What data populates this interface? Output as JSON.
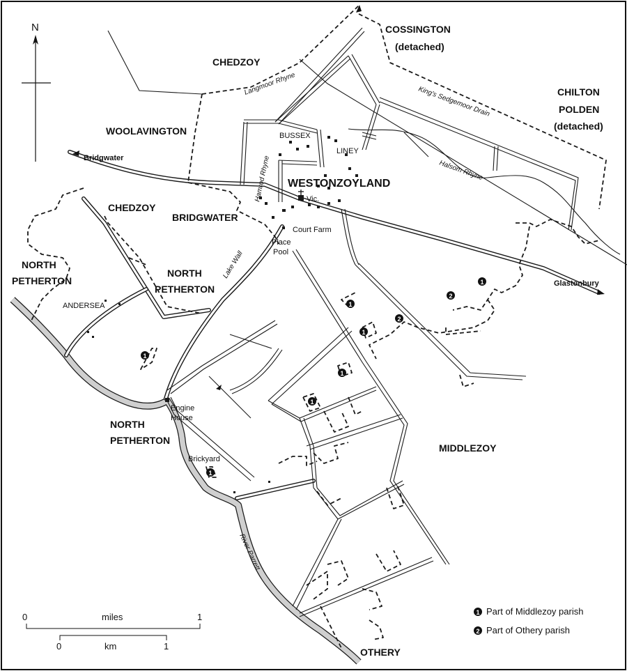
{
  "north": "N",
  "parishes": {
    "chedzoy_top": "CHEDZOY",
    "cossington": "COSSINGTON",
    "cossington_detached": "(detached)",
    "chilton_1": "CHILTON",
    "chilton_2": "POLDEN",
    "chilton_detached": "(detached)",
    "woolavington": "WOOLAVINGTON",
    "chedzoy_left": "CHEDZOY",
    "bridgwater": "BRIDGWATER",
    "north_pet_left_1": "NORTH",
    "north_pet_left_2": "PETHERTON",
    "north_pet_mid_1": "NORTH",
    "north_pet_mid_2": "PETHERTON",
    "north_pet_low_1": "NORTH",
    "north_pet_low_2": "PETHERTON",
    "middlezoy": "MIDDLEZOY",
    "othery": "OTHERY",
    "westonzoyland": "WESTONZOYLAND"
  },
  "places": {
    "bussex": "BUSSEX",
    "liney": "LINEY",
    "vic": "Vic.",
    "court_farm": "Court Farm",
    "place_pool_1": "Place",
    "place_pool_2": "Pool",
    "andersea": "ANDERSEA",
    "engine_house_1": "Engine",
    "engine_house_2": "House",
    "brickyard": "Brickyard"
  },
  "roads": {
    "bridgwater": "Bridgwater",
    "glastonbury": "Glastonbury"
  },
  "waterways": {
    "langmoor": "Langmoor Rhyne",
    "kings_drain": "King's Sedgemoor Drain",
    "halsom": "Halsom Rhyne",
    "hamrod": "Hamrod Rhyne",
    "lake_wall": "Lake Wall",
    "river_parrett": "River Parrett"
  },
  "markers": {
    "one": "1",
    "two": "2"
  },
  "legend": {
    "item1": "Part of Middlezoy parish",
    "item2": "Part of Othery parish"
  },
  "scale": {
    "miles_label": "miles",
    "miles_start": "0",
    "miles_end": "1",
    "km_label": "km",
    "km_start": "0",
    "km_end": "1"
  }
}
